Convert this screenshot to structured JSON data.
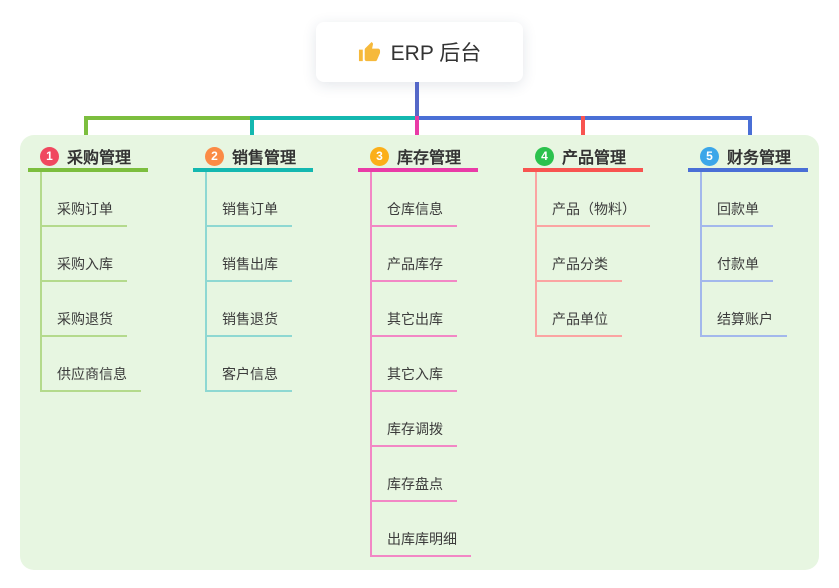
{
  "root": {
    "label": "ERP 后台",
    "icon": "thumbs-up",
    "icon_color": "#f6b93b"
  },
  "panel": {
    "bg_color": "#e7f6e1"
  },
  "connectors": {
    "root_line_color": "#5568c8"
  },
  "branches": [
    {
      "num": "1",
      "label": "采购管理",
      "badge_color": "#f0485f",
      "line_color": "#7cbe3e",
      "sub_line_color": "#b4da8c",
      "items": [
        "采购订单",
        "采购入库",
        "采购退货",
        "供应商信息"
      ]
    },
    {
      "num": "2",
      "label": "销售管理",
      "badge_color": "#fb8b46",
      "line_color": "#14b8b0",
      "sub_line_color": "#8ed8d2",
      "items": [
        "销售订单",
        "销售出库",
        "销售退货",
        "客户信息"
      ]
    },
    {
      "num": "3",
      "label": "库存管理",
      "badge_color": "#fbaf19",
      "line_color": "#e93ba7",
      "sub_line_color": "#f287c5",
      "items": [
        "仓库信息",
        "产品库存",
        "其它出库",
        "其它入库",
        "库存调拨",
        "库存盘点",
        "出库库明细"
      ]
    },
    {
      "num": "4",
      "label": "产品管理",
      "badge_color": "#2bc24d",
      "line_color": "#f85450",
      "sub_line_color": "#fba4a2",
      "items": [
        "产品（物料）",
        "产品分类",
        "产品单位"
      ]
    },
    {
      "num": "5",
      "label": "财务管理",
      "badge_color": "#3ba6e9",
      "line_color": "#4a6fd6",
      "sub_line_color": "#a3b8ec",
      "items": [
        "回款单",
        "付款单",
        "结算账户"
      ]
    }
  ]
}
